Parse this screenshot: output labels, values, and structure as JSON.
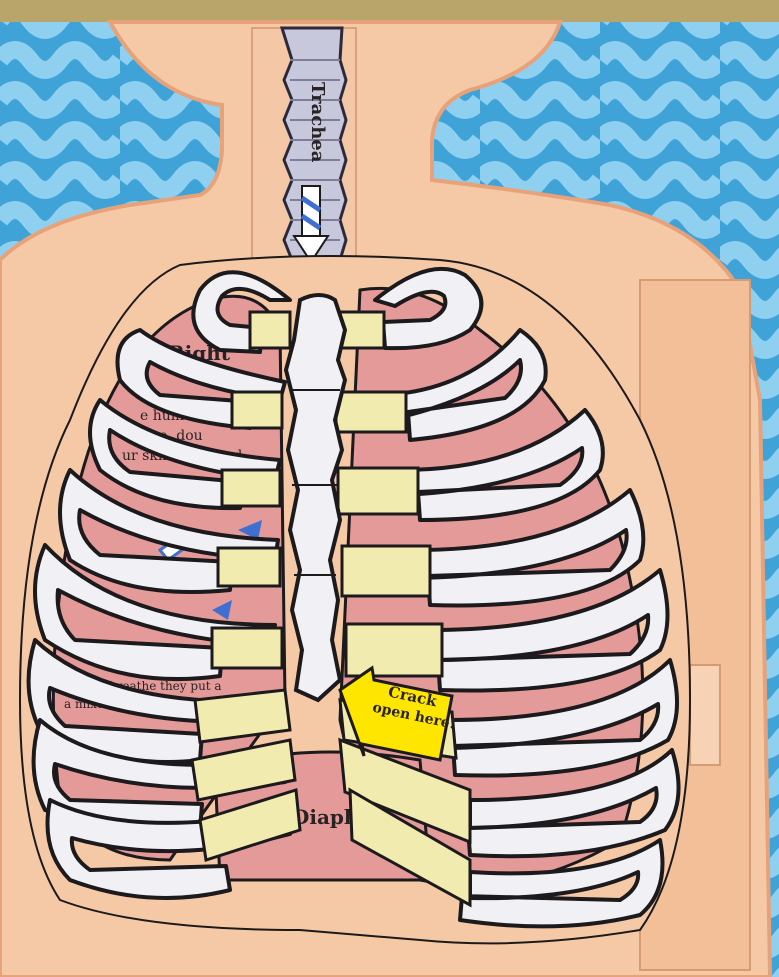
{
  "labels": {
    "trachea": "Trachea",
    "right_lung_heading": "Right",
    "crack_line1": "Crack",
    "crack_line2": "open here!",
    "diaphragm": "Diaph"
  },
  "snippets": [
    "e hum",
    "e fine, dou",
    "ur skin with food",
    "are we breathe they put a",
    "a mixture. It's mostly"
  ],
  "colors": {
    "water": "#3fa3d8",
    "water_wave": "#7ec6ec",
    "skin": "#f6c9a6",
    "skin_dark": "#eab48f",
    "lung": "#e59a9a",
    "lung_dark": "#c97b80",
    "bone": "#f1f0f4",
    "cartilage": "#f2ebb0",
    "trachea": "#c8c8dc",
    "note": "#ffe600",
    "outline": "#1c1a1c"
  }
}
